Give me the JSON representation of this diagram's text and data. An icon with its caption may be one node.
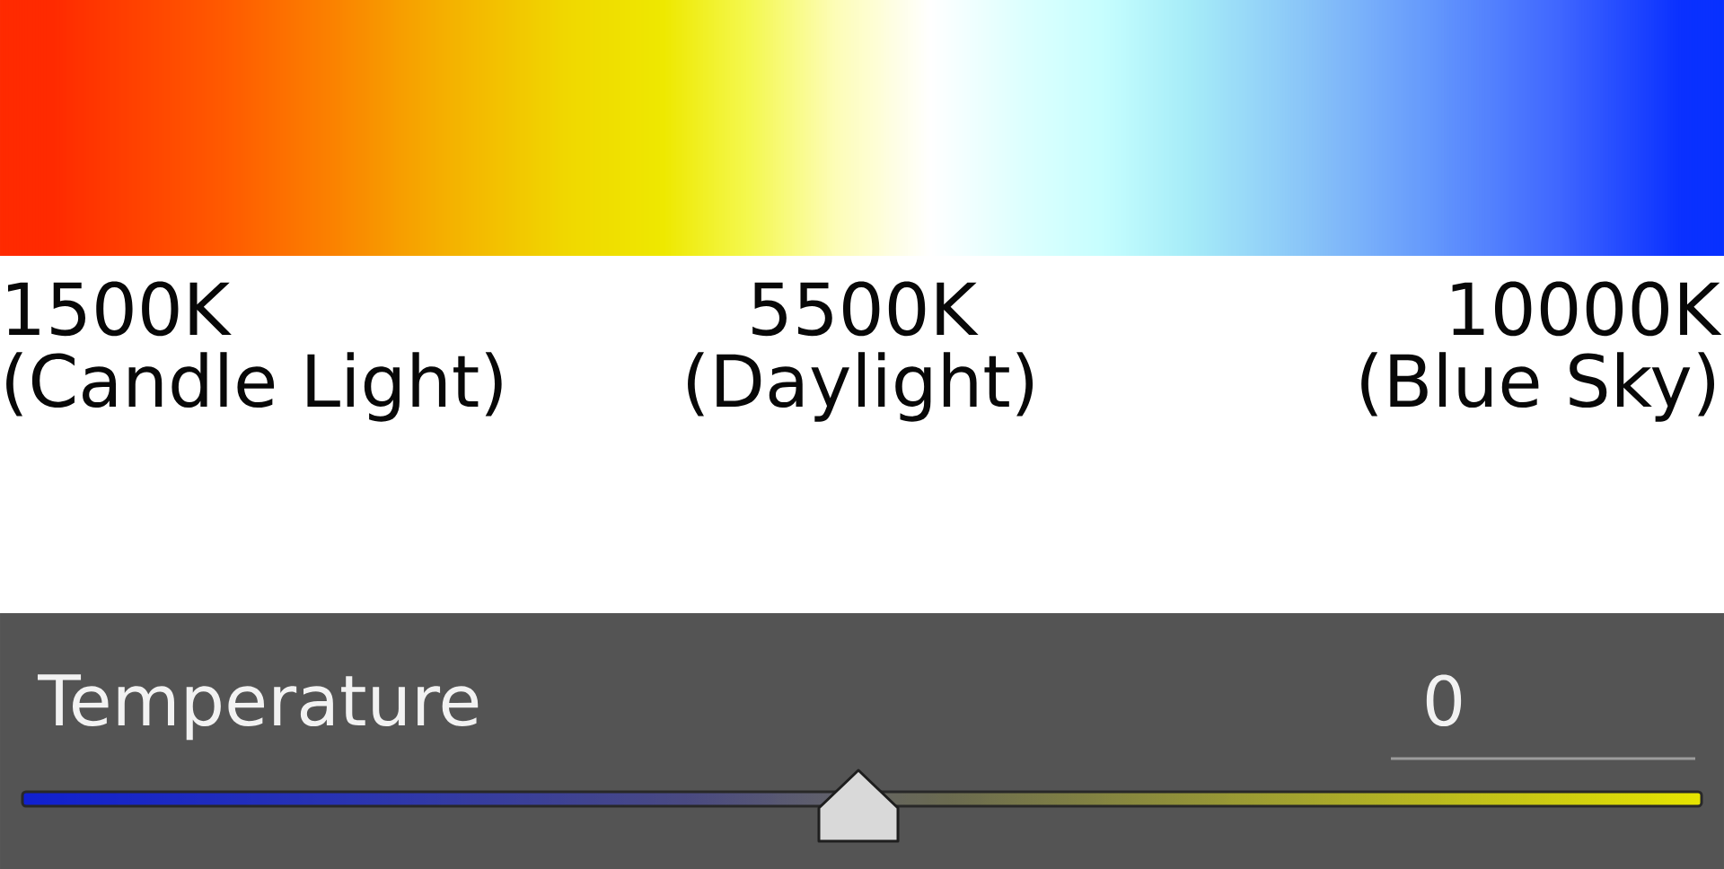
{
  "diagram": {
    "labels": [
      "1500K",
      "(Candle Light)",
      "5500K",
      "(Daylight)",
      "10000K",
      "(Blue Sky)",
      "Temperature",
      "0"
    ]
  }
}
